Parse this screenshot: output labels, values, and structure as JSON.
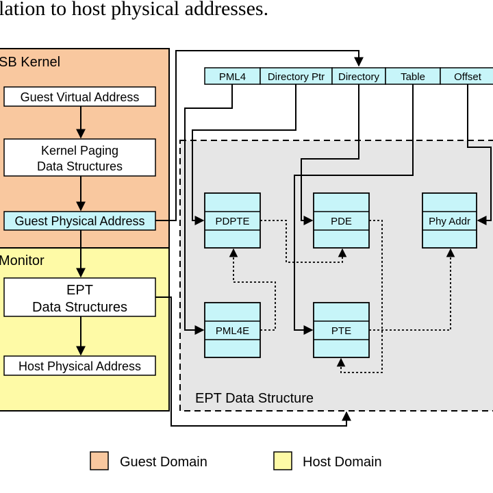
{
  "heading": "lation to host physical addresses.",
  "guest_panel": {
    "label": "SB Kernel",
    "color": "#f9c89f"
  },
  "host_panel": {
    "label": "Monitor",
    "color": "#fefaa6"
  },
  "left_boxes": {
    "gva": "Guest Virtual Address",
    "kpds_line1": "Kernel Paging",
    "kpds_line2": "Data Structures",
    "gpa": "Guest Physical Address",
    "ept_line1": "EPT",
    "ept_line2": "Data Structures",
    "hpa": "Host Physical Address"
  },
  "address_fields": [
    "PML4",
    "Directory Ptr",
    "Directory",
    "Table",
    "Offset"
  ],
  "tables": {
    "pdpte": "PDPTE",
    "pde": "PDE",
    "phy": "Phy Addr",
    "pml4e": "PML4E",
    "pte": "PTE"
  },
  "ept_region_label": "EPT Data Structure",
  "legend": [
    {
      "label": "Guest Domain",
      "color": "#f9c89f"
    },
    {
      "label": "Host Domain",
      "color": "#fefaa6"
    }
  ],
  "colors": {
    "cyan": "#c7f5f9",
    "gray_region": "#e6e6e6"
  }
}
